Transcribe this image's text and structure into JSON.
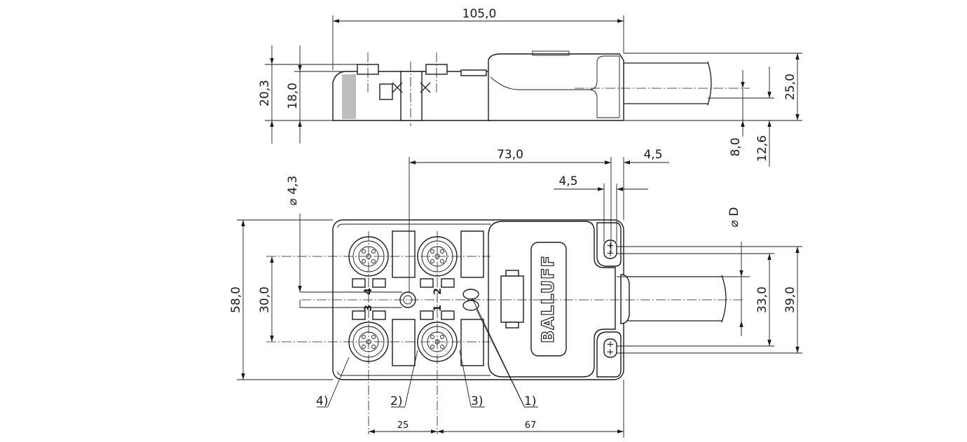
{
  "dimensions": {
    "total_length": "105,0",
    "height_overall": "20,3",
    "height_body": "18,0",
    "cable_height": "25,0",
    "cable_center_low": "8,0",
    "cable_center_high": "12,6",
    "hole_spacing": "73,0",
    "hole_offset_top": "4,5",
    "hole_offset_side": "4,5",
    "hole_diameter": "⌀ 4,3",
    "cable_diameter": "⌀ D",
    "width_overall": "58,0",
    "connector_spacing": "30,0",
    "mount_spacing_inner": "33,0",
    "mount_spacing_outer": "39,0",
    "connector_pitch": "25",
    "connector_to_end": "67"
  },
  "callouts": {
    "c1": "1)",
    "c2": "2)",
    "c3": "3)",
    "c4": "4)"
  },
  "port_numbers": {
    "p1": "1",
    "p2": "2",
    "p3": "3",
    "p4": "4"
  },
  "brand": "BALLUFF",
  "icons": {
    "mount_symbol": "++"
  }
}
